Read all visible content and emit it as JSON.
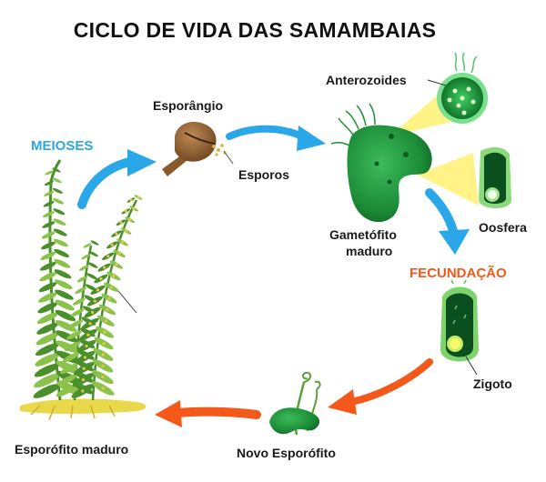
{
  "title": "CICLO DE VIDA DAS SAMAMBAIAS",
  "labels": {
    "esporangio": "Esporângio",
    "esporos": "Esporos",
    "meioses": "MEIOSES",
    "anterozoides": "Anterozoides",
    "gametofito_line1": "Gametófito",
    "gametofito_line2": "maduro",
    "oosfera": "Oosfera",
    "fecundacao": "FECUNDAÇÃO",
    "zigoto": "Zigoto",
    "novo_esporofito": "Novo Esporófito",
    "esporofito_maduro": "Esporófito maduro"
  },
  "colors": {
    "meiosis_arrow": "#29a7e8",
    "fecundation_arrow": "#f4581a",
    "gametophyte": "#1f8f3a",
    "leaf_light": "#8bc34a",
    "leaf_dark": "#4a8f2a",
    "sporangium": "#9b6a3a",
    "spotlight": "#fff27a"
  }
}
